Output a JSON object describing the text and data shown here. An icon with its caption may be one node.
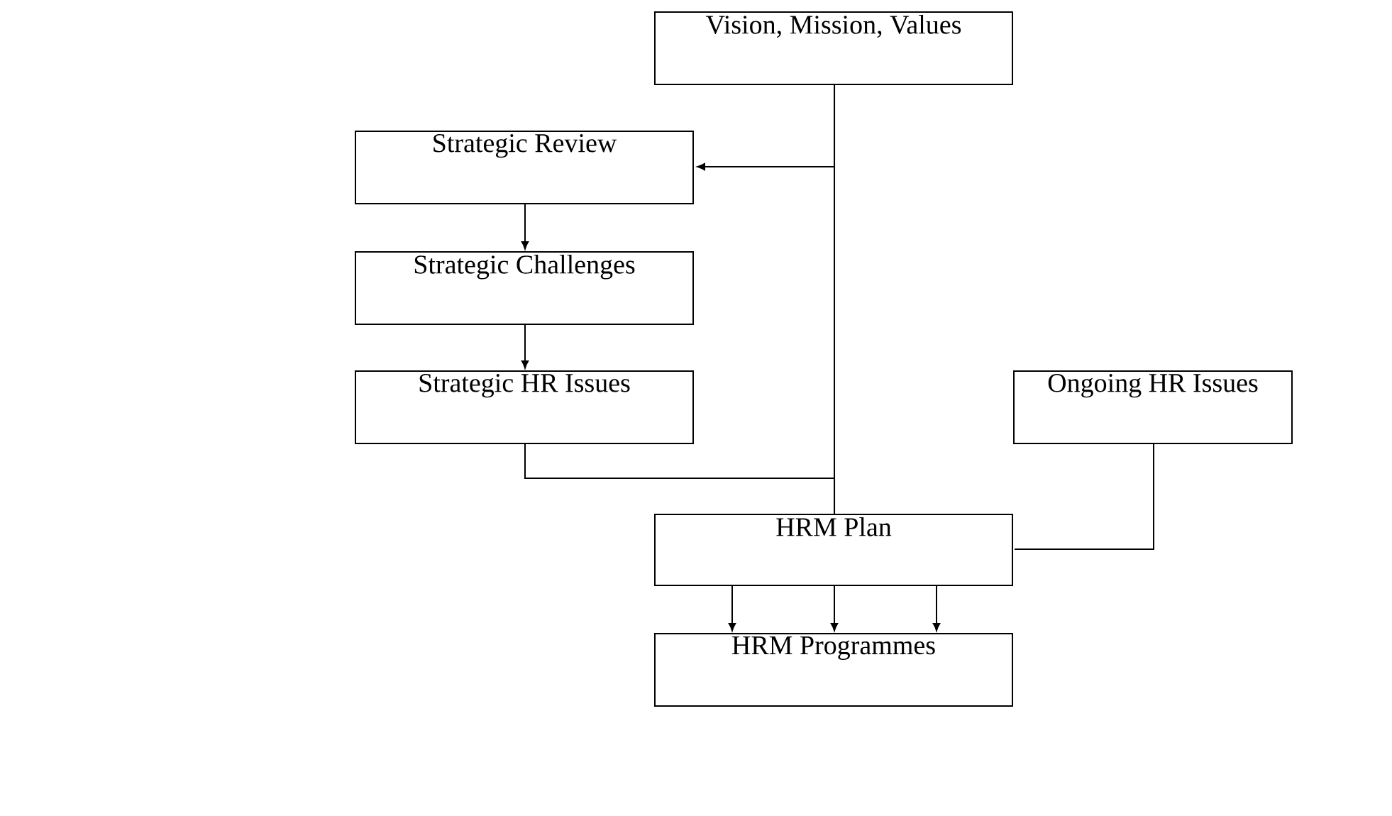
{
  "diagram": {
    "nodes": [
      {
        "text": [
          "Vision, Mission, Values"
        ]
      },
      {
        "text": [
          "Strategic Review"
        ]
      },
      {
        "text": [
          "Strategic Challenges"
        ]
      },
      {
        "text": [
          "Strategic HR Issues"
        ]
      },
      {
        "text": [
          "Ongoing HR Issues"
        ]
      },
      {
        "text": [
          "HRM Plan"
        ]
      },
      {
        "text": [
          "HRM Programmes"
        ]
      }
    ],
    "edges": [
      {
        "from": 0,
        "to": 1,
        "arrow": "to"
      },
      {
        "from": 1,
        "to": 2,
        "arrow": "to"
      },
      {
        "from": 2,
        "to": 3,
        "arrow": "to"
      },
      {
        "from": 0,
        "to": 5,
        "arrow": "none"
      },
      {
        "from": 3,
        "to": 5,
        "arrow": "none"
      },
      {
        "from": 4,
        "to": 5,
        "arrow": "none"
      },
      {
        "from": 5,
        "to": 6,
        "arrow": "to"
      },
      {
        "from": 5,
        "to": 6,
        "arrow": "to"
      },
      {
        "from": 5,
        "to": 6,
        "arrow": "to"
      }
    ]
  }
}
